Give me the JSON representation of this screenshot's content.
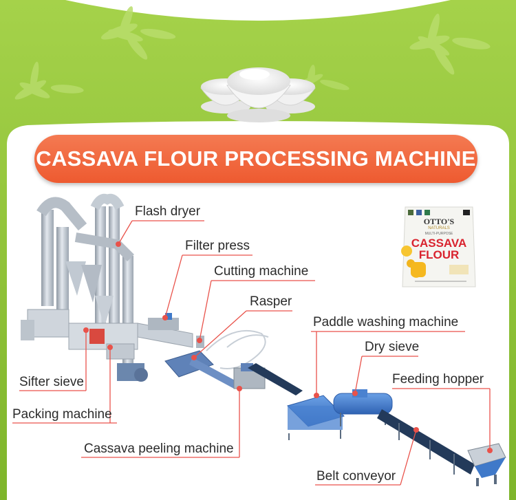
{
  "title": "CASSAVA FLOUR PROCESSING MACHINE",
  "colors": {
    "green_top": "#95c93a",
    "green_bottom": "#7db32a",
    "title_orange": "#f06a3f",
    "leader_line": "#e9524a",
    "machine_blue": "#3f79c9",
    "steel_gray": "#b9c1ca"
  },
  "labels": [
    {
      "id": "flash-dryer",
      "text": "Flash dryer"
    },
    {
      "id": "filter-press",
      "text": "Filter press"
    },
    {
      "id": "cutting-machine",
      "text": "Cutting machine"
    },
    {
      "id": "rasper",
      "text": "Rasper"
    },
    {
      "id": "paddle-washing-machine",
      "text": "Paddle washing machine"
    },
    {
      "id": "dry-sieve",
      "text": "Dry sieve"
    },
    {
      "id": "feeding-hopper",
      "text": "Feeding hopper"
    },
    {
      "id": "sifter-sieve",
      "text": "Sifter sieve"
    },
    {
      "id": "packing-machine",
      "text": "Packing machine"
    },
    {
      "id": "cassava-peeling-machine",
      "text": "Cassava peeling machine"
    },
    {
      "id": "belt-conveyor",
      "text": "Belt conveyor"
    }
  ],
  "product_bag": {
    "brand": "OTTO'S",
    "sub": "NATURALS",
    "line1": "CASSAVA",
    "line2": "FLOUR",
    "variety": "MULTI-PURPOSE"
  },
  "icons": [
    "leaf-icon",
    "flour-bowl-icon"
  ]
}
